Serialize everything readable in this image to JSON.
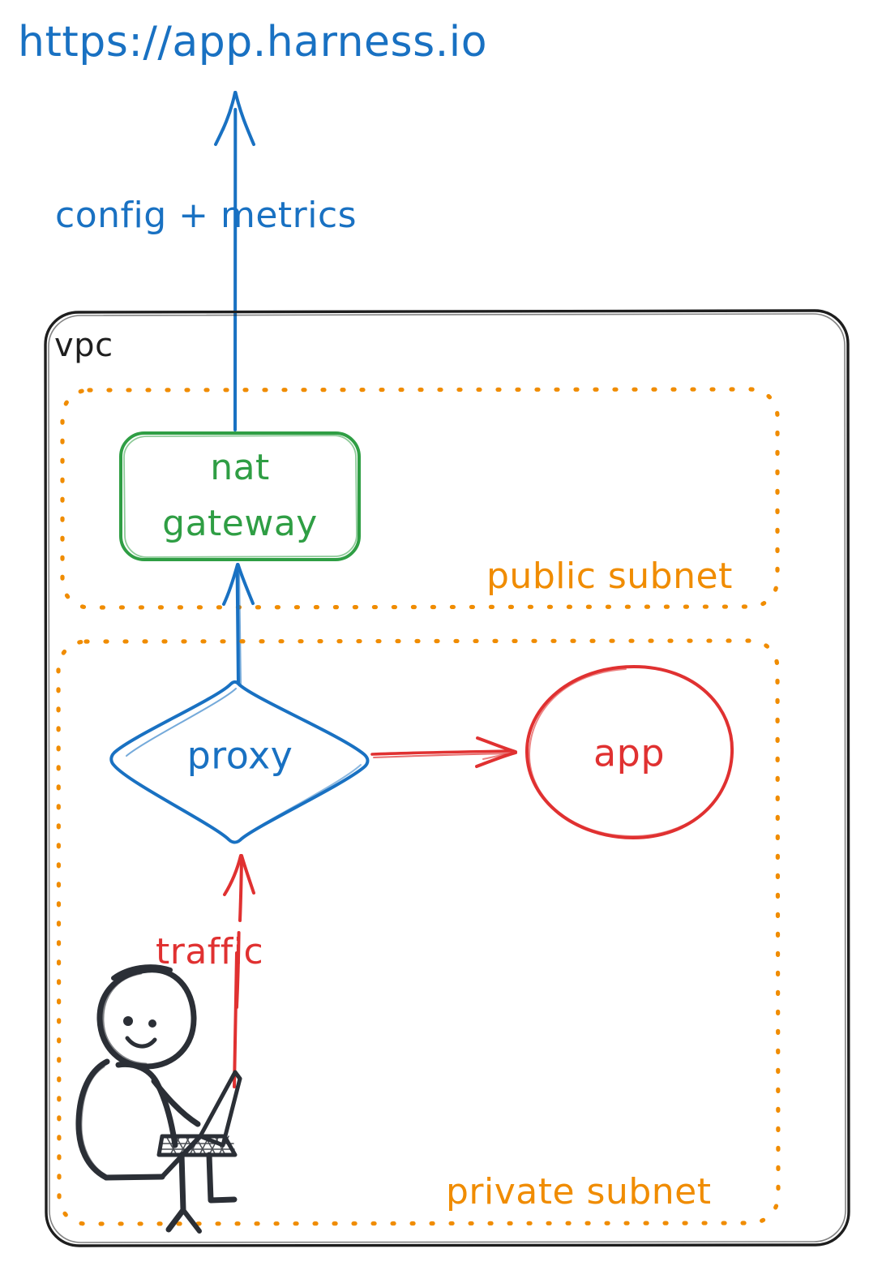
{
  "diagram": {
    "title": "VPC network architecture (hand-drawn style)",
    "colors": {
      "blue": "#1971c2",
      "green": "#2f9e44",
      "orange": "#f08c00",
      "red": "#e03131",
      "black": "#1e1e1e",
      "background": "#ffffff"
    },
    "external": {
      "url_label": "https://app.harness.io",
      "flow_label": "config + metrics"
    },
    "vpc": {
      "label": "vpc"
    },
    "public_subnet": {
      "label": "public subnet",
      "nodes": [
        {
          "id": "nat-gateway",
          "line1": "nat",
          "line2": "gateway",
          "shape": "rounded-rect",
          "color": "green"
        }
      ]
    },
    "private_subnet": {
      "label": "private subnet",
      "nodes": [
        {
          "id": "proxy",
          "label": "proxy",
          "shape": "diamond",
          "color": "blue"
        },
        {
          "id": "app",
          "label": "app",
          "shape": "ellipse",
          "color": "red"
        },
        {
          "id": "user",
          "label": "",
          "shape": "stick-figure-with-laptop",
          "color": "black"
        }
      ]
    },
    "edges": [
      {
        "id": "nat-to-internet",
        "from": "nat-gateway",
        "to": "https://app.harness.io",
        "label": "config + metrics",
        "color": "blue",
        "direction": "up"
      },
      {
        "id": "proxy-to-nat",
        "from": "proxy",
        "to": "nat-gateway",
        "label": "",
        "color": "blue",
        "direction": "up"
      },
      {
        "id": "proxy-to-app",
        "from": "proxy",
        "to": "app",
        "label": "",
        "color": "red",
        "direction": "right"
      },
      {
        "id": "user-to-proxy",
        "from": "user",
        "to": "proxy",
        "label": "traffic",
        "color": "red",
        "direction": "up"
      }
    ],
    "edge_labels": {
      "traffic": "traffic"
    }
  }
}
